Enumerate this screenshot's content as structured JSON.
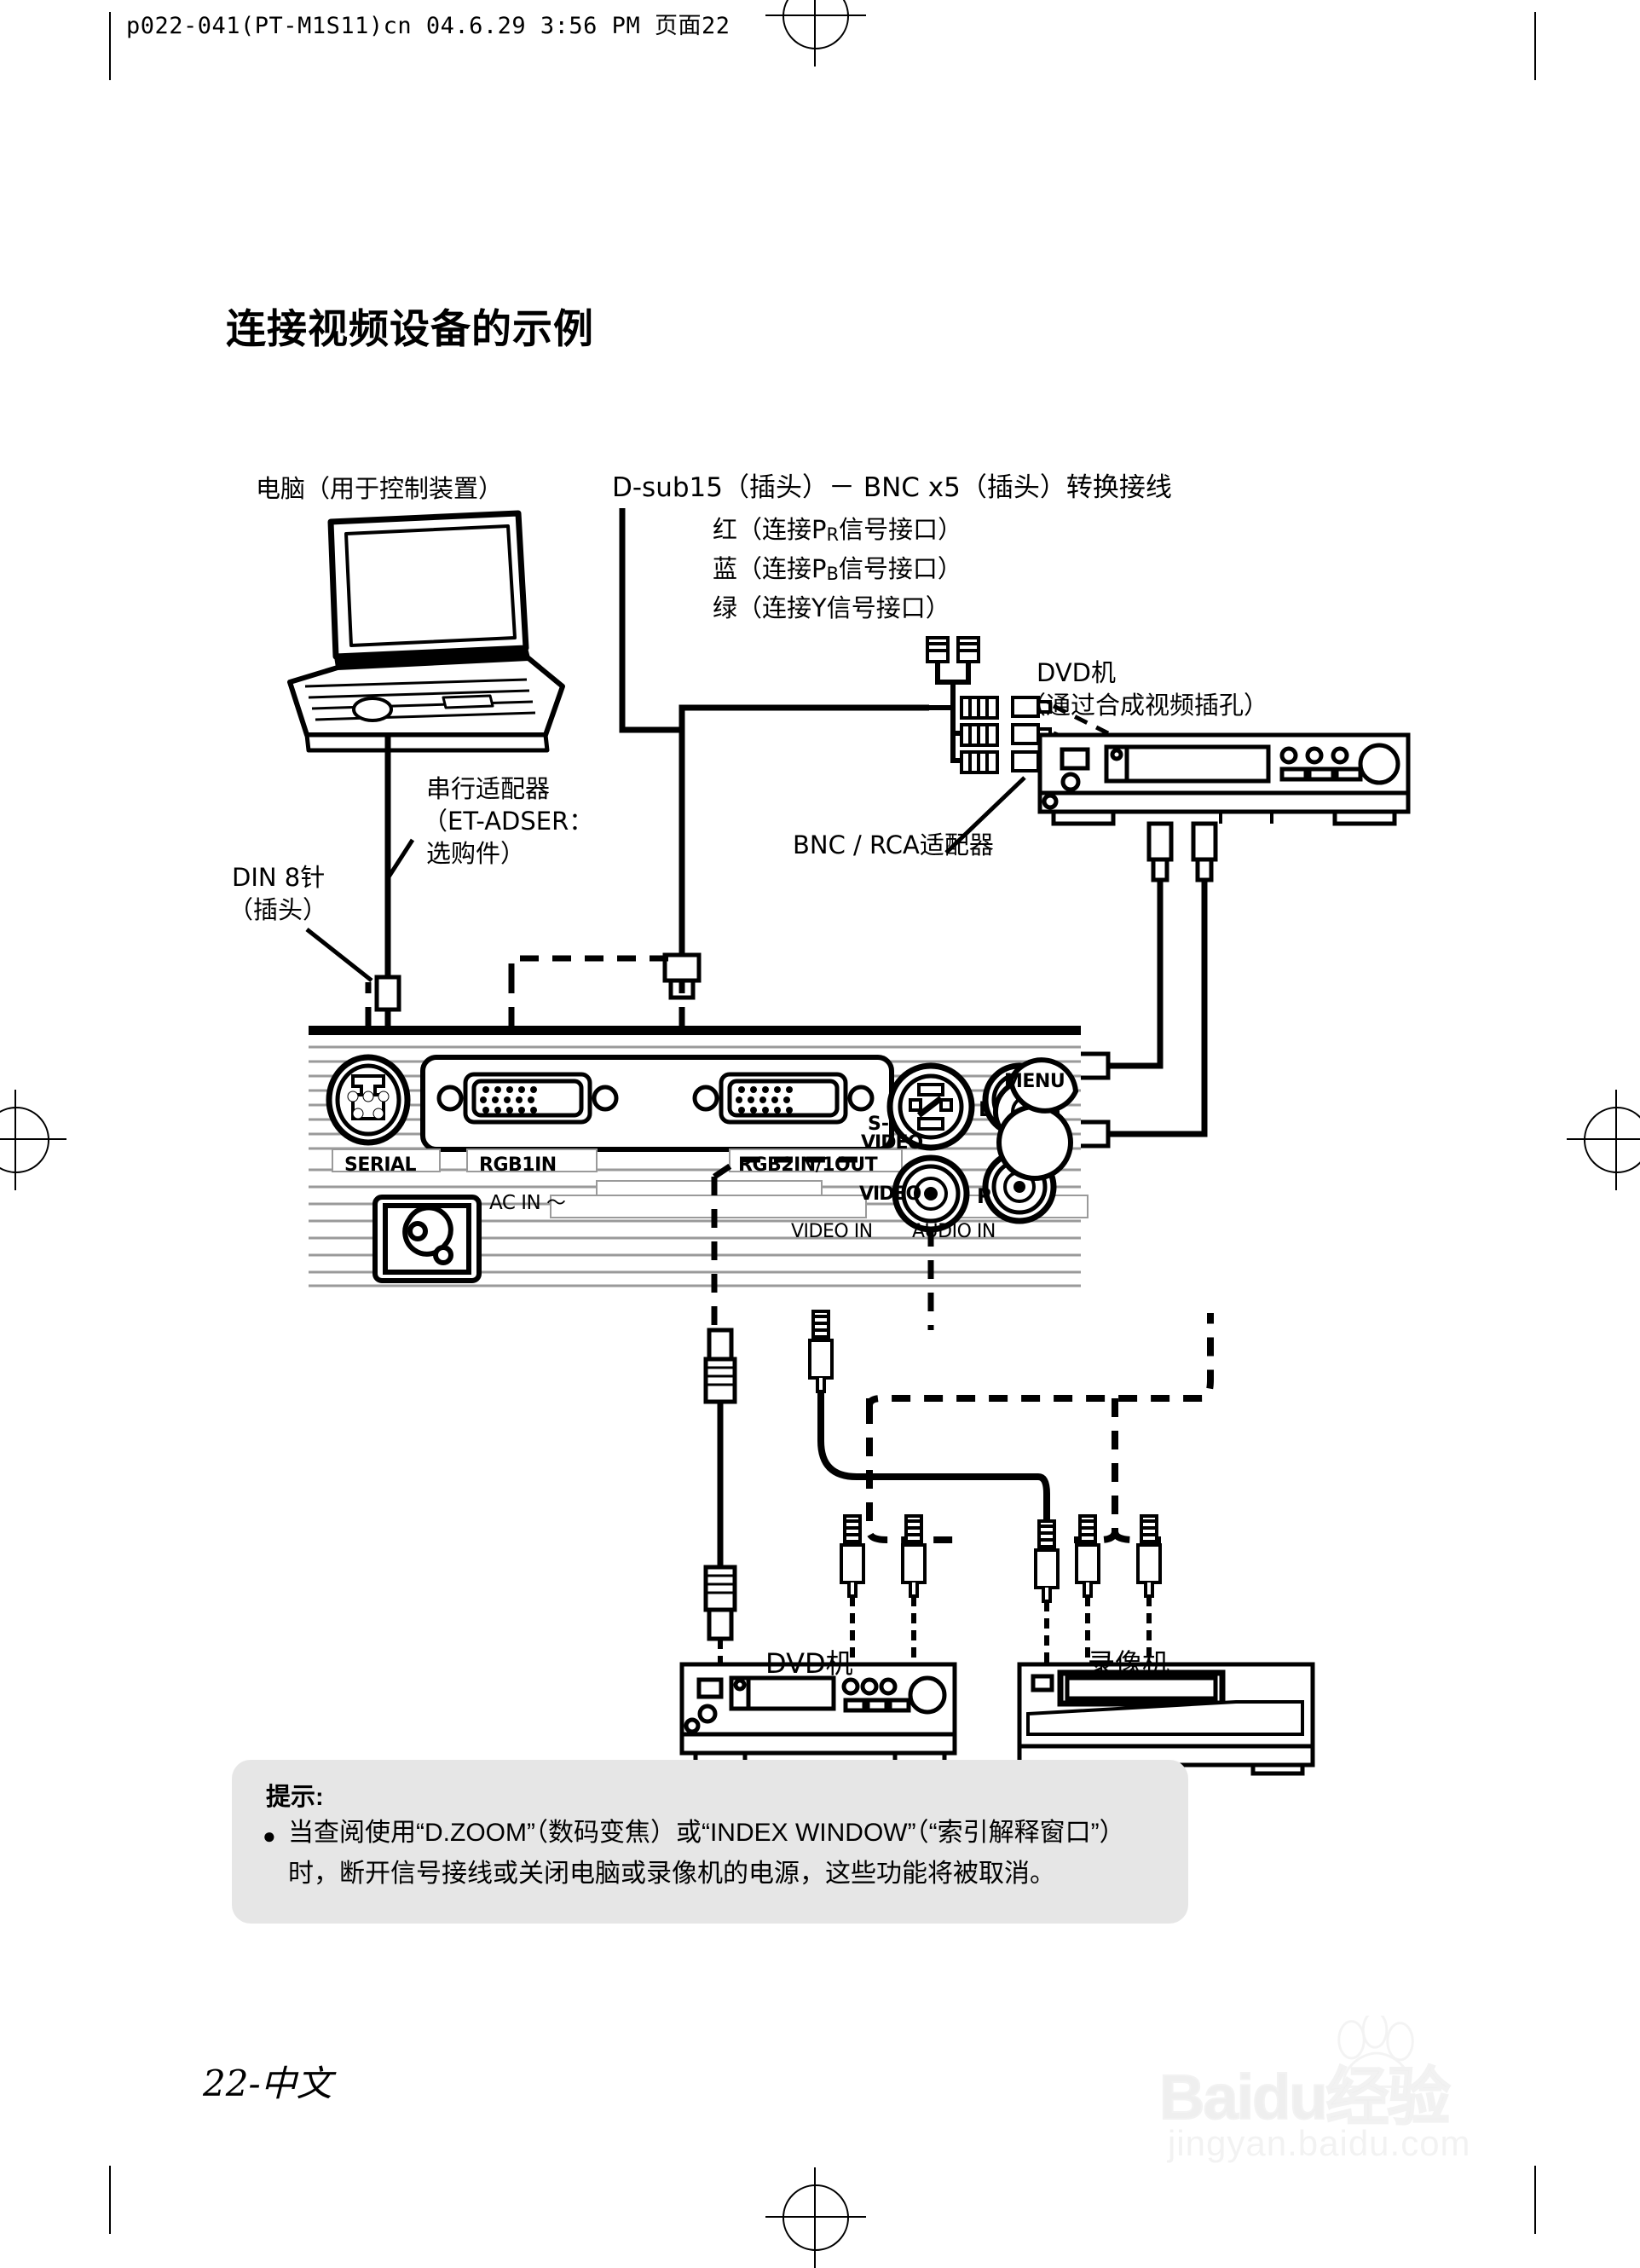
{
  "header": {
    "print_header": "p022-041(PT-M1S11)cn 04.6.29 3:56 PM  页面22"
  },
  "page": {
    "title": "连接视频设备的示例",
    "footer": "22-中文"
  },
  "diagram": {
    "labels": {
      "computer": "电脑（用于控制装置）",
      "dsub_line1": "D-sub15（插头）－ BNC x5（插头）转换接线",
      "dsub_red": "红（连接P",
      "dsub_red_sub": "R",
      "dsub_red_end": "信号接口）",
      "dsub_blue": "蓝（连接P",
      "dsub_blue_sub": "B",
      "dsub_blue_end": "信号接口）",
      "dsub_green": "绿（连接Y信号接口）",
      "dvd_top_line1": "DVD机",
      "dvd_top_line2": "（通过合成视频插孔）",
      "serial_adapter_line1": "串行适配器",
      "serial_adapter_line2": "（ET-ADSER：",
      "serial_adapter_line3": "选购件）",
      "din_line1": "DIN 8针",
      "din_line2": "（插头）",
      "bnc_rca": "BNC / RCA适配器",
      "dvd_bottom": "DVD机",
      "vcr_bottom": "录像机"
    },
    "panel_terminals": {
      "serial": "SERIAL",
      "rgb1in": "RGB1IN",
      "rgb2in1out": "RGB2IN/1OUT",
      "svideo_line1": "S-",
      "svideo_line2": "VIDEO",
      "video": "VIDEO",
      "audio_l": "L",
      "audio_r": "R",
      "menu": "MENU",
      "ac_in": "AC IN ～",
      "video_in": "VIDEO IN",
      "audio_in": "AUDIO IN"
    }
  },
  "note": {
    "title": "提示:",
    "bullet": "●",
    "body": "当查阅使用“D.ZOOM”（数码变焦）或“INDEX WINDOW”（“索引解释窗口”）时，断开信号接线或关闭电脑或录像机的电源，这些功能将被取消。"
  },
  "watermark": {
    "main": "Baidu经验",
    "sub": "jingyan.baidu.com"
  },
  "colors": {
    "ink": "#000000",
    "note_bg": "#e6e6e6",
    "paper": "#ffffff"
  }
}
